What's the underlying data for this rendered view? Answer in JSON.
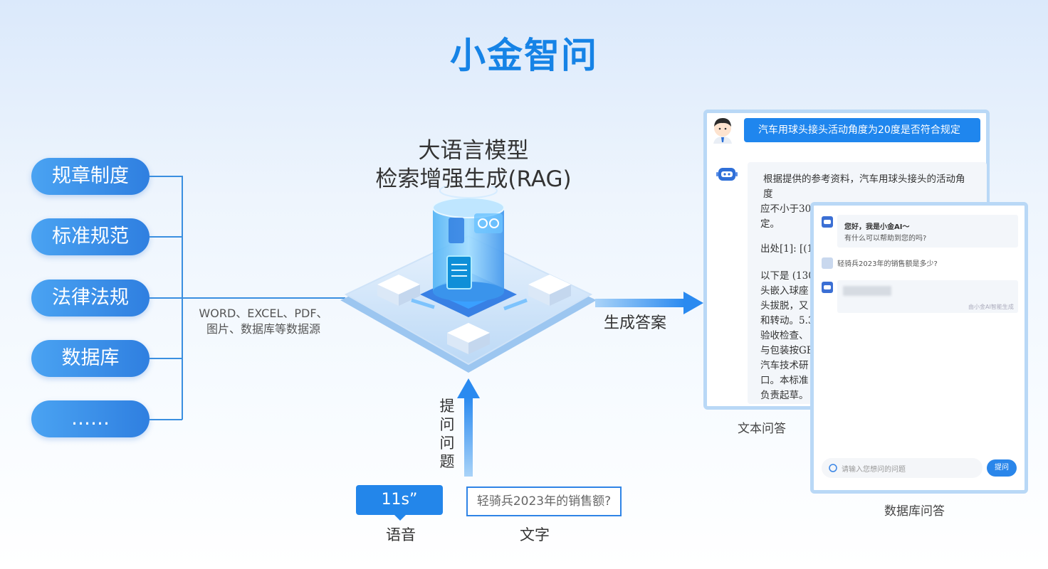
{
  "title": "小金智问",
  "sources": [
    "规章制度",
    "标准规范",
    "法律法规",
    "数据库",
    "……"
  ],
  "source_label_line1": "WORD、EXCEL、PDF、",
  "source_label_line2": "图片、数据库等数据源",
  "rag_title_line1": "大语言模型",
  "rag_title_line2": "检索增强生成(RAG)",
  "generate_label": "生成答案",
  "ask_label": [
    "提",
    "问",
    "问",
    "题"
  ],
  "voice": {
    "duration": "11s”",
    "label": "语音"
  },
  "text_input": {
    "value": "轻骑兵2023年的销售额?",
    "label": "文字"
  },
  "text_qa": {
    "question": "汽车用球头接头活动角度为20度是否符合规定",
    "answer_line1": "根据提供的参考资料，汽车用球头接头的活动角度",
    "answer_line2": "应不小于30°。因此，20°的活动角度不符合规定。",
    "answer_fragments": [
      "出处[1]: [(13",
      "以下是 (130",
      "头嵌入球座",
      "头拔脱，又",
      "和转动。5.3",
      "验收检查、",
      "与包装按GE",
      "汽车技术研",
      "口。本标准",
      "负责起草。"
    ],
    "caption": "文本问答"
  },
  "db_qa": {
    "greeting_title": "您好，我是小金AI～",
    "greeting_sub": "有什么可以帮助到您的吗?",
    "question": "轻骑兵2023年的销售额是多少?",
    "footer": "由小金AI智能生成",
    "input_placeholder": "请输入您想问的问题",
    "send_button": "提问",
    "caption": "数据库问答"
  },
  "colors": {
    "accent": "#1683e6",
    "pill": "#3a8fe6",
    "arrow": "#3b9af0"
  }
}
